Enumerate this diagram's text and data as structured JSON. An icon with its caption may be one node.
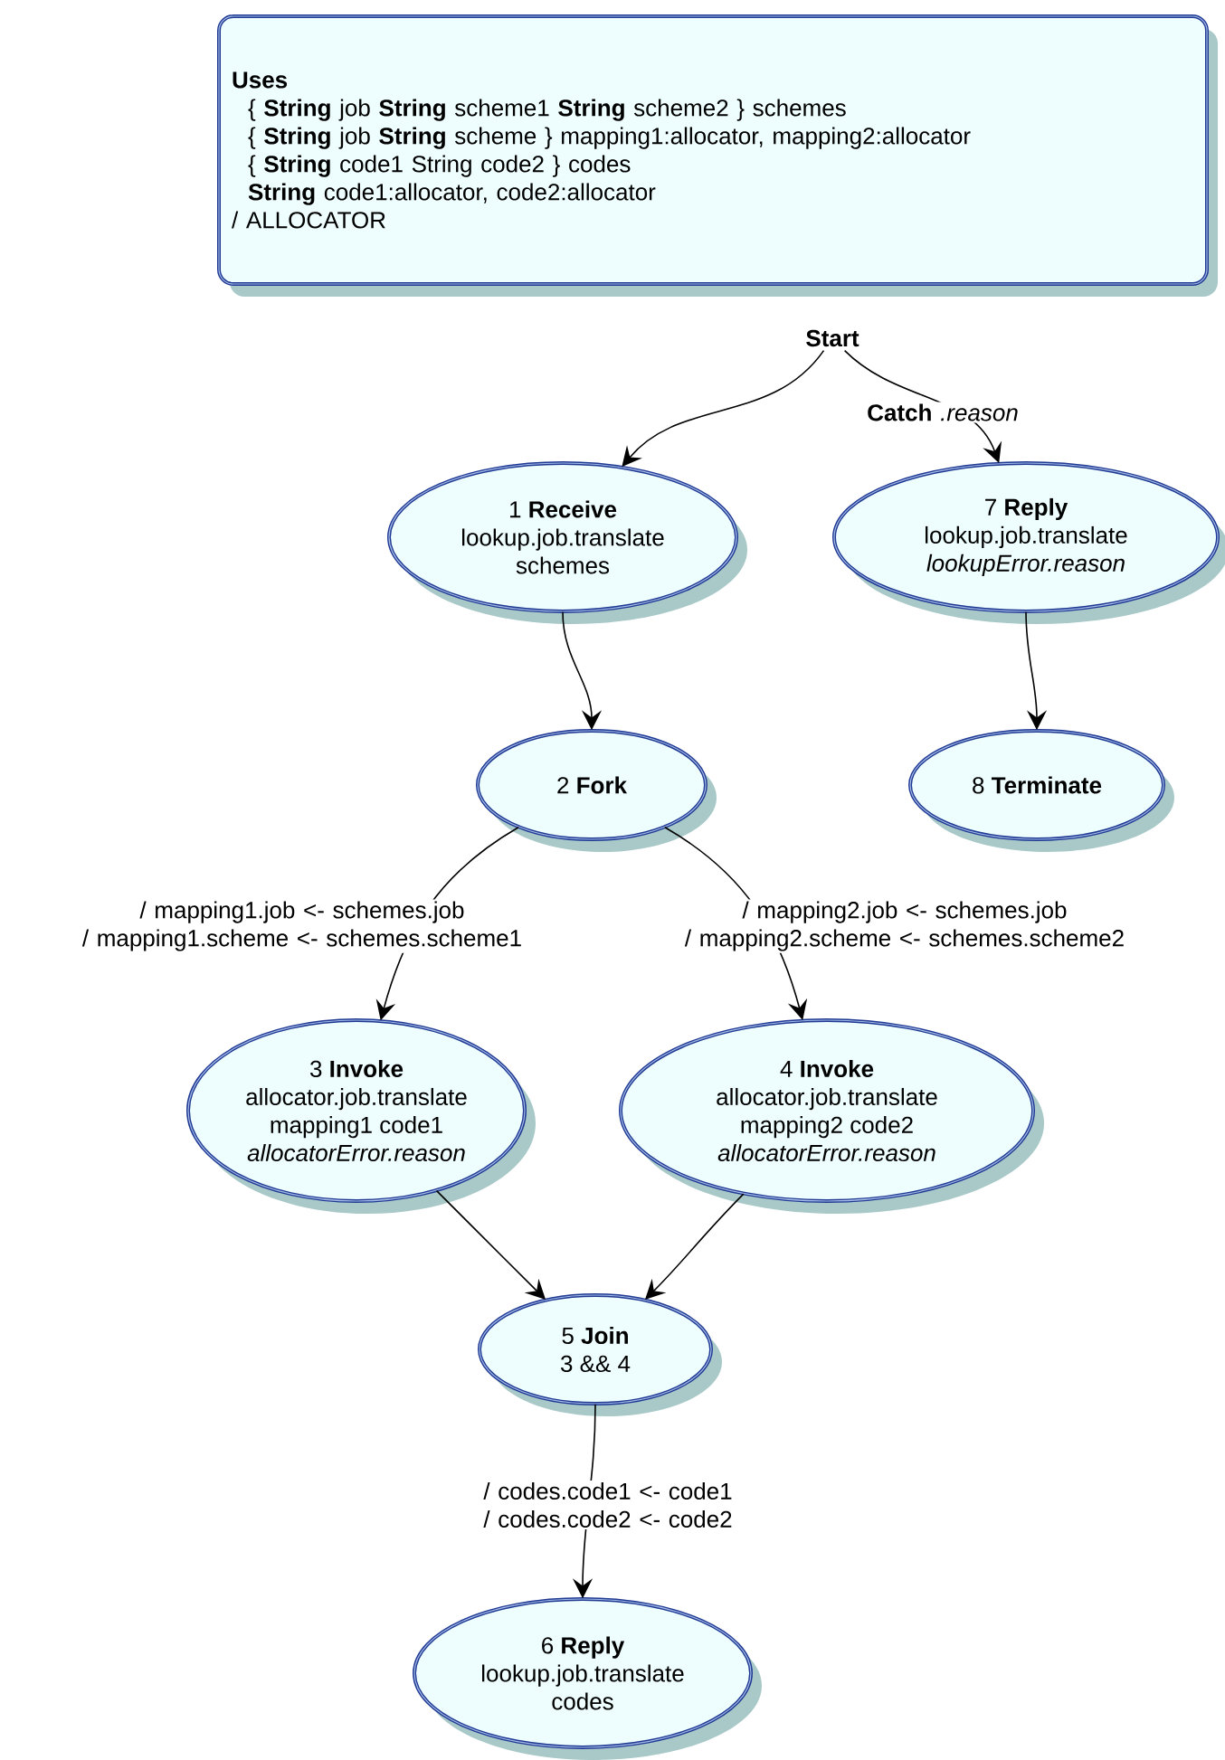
{
  "diagram": {
    "nodes": [
      {
        "text": [
          "Uses",
          "{ **String** job **String** scheme1 **String** scheme2 } schemes",
          "{ **String** job **String** scheme } mapping1:allocator, mapping2:allocator",
          "{ **String** code1 String code2 } codes",
          "**String** code1:allocator, code2:allocator",
          "/ ALLOCATOR"
        ]
      },
      {
        "text": [
          "Start"
        ]
      },
      {
        "text": [
          "1 **Receive**",
          "lookup.job.translate",
          "schemes"
        ]
      },
      {
        "text": [
          "7 **Reply**",
          "lookup.job.translate",
          "lookupError.reason"
        ]
      },
      {
        "text": [
          "2 **Fork**"
        ]
      },
      {
        "text": [
          "8 **Terminate**"
        ]
      },
      {
        "text": [
          "3 **Invoke**",
          "allocator.job.translate",
          "mapping1 code1",
          "allocatorError.reason"
        ]
      },
      {
        "text": [
          "4 **Invoke**",
          "allocator.job.translate",
          "mapping2 code2",
          "allocatorError.reason"
        ]
      },
      {
        "text": [
          "5 **Join**",
          "3 &&  4"
        ]
      },
      {
        "text": [
          "6 **Reply**",
          "lookup.job.translate",
          "codes"
        ]
      }
    ],
    "edges": [
      {
        "from": 1,
        "to": 2,
        "arrow": "to"
      },
      {
        "from": 1,
        "to": 3,
        "arrow": "to",
        "label": "**Catch** *.reason*"
      },
      {
        "from": 2,
        "to": 4,
        "arrow": "to"
      },
      {
        "from": 3,
        "to": 5,
        "arrow": "to"
      },
      {
        "from": 4,
        "to": 6,
        "arrow": "to",
        "label": "/ mapping1.job <- schemes.job / mapping1.scheme <- schemes.scheme1"
      },
      {
        "from": 4,
        "to": 7,
        "arrow": "to",
        "label": "/ mapping2.job <- schemes.job / mapping2.scheme <- schemes.scheme2"
      },
      {
        "from": 6,
        "to": 8,
        "arrow": "to"
      },
      {
        "from": 7,
        "to": 8,
        "arrow": "to"
      },
      {
        "from": 8,
        "to": 9,
        "arrow": "to",
        "label": "/ codes.code1 <- code1 / codes.code2 <- code2"
      }
    ]
  }
}
